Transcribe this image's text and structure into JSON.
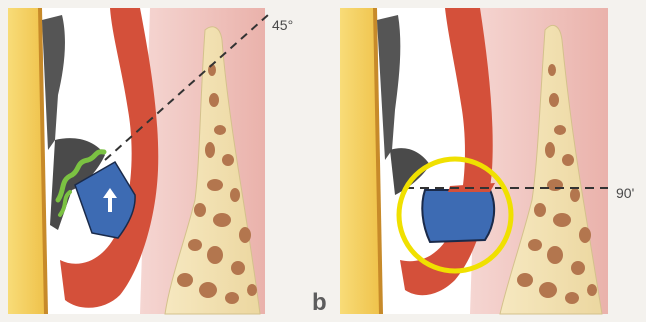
{
  "figure": {
    "left_panel_angle_label": "45°",
    "right_panel_angle_label": "90'",
    "panel_letter": "b",
    "arrow_icon": "up-arrow-icon",
    "colors": {
      "background": "#f4f2ee",
      "gum_pink": "#efbcb6",
      "gum_red": "#d4503a",
      "bone": "#f0e1b2",
      "bone_pore": "#b3764e",
      "tooth_yellow": "#f2c94c",
      "dark_tissue": "#555555",
      "block_blue": "#3d6bb3",
      "green_margin": "#7bc242",
      "highlight_circle": "#f0e000"
    }
  }
}
